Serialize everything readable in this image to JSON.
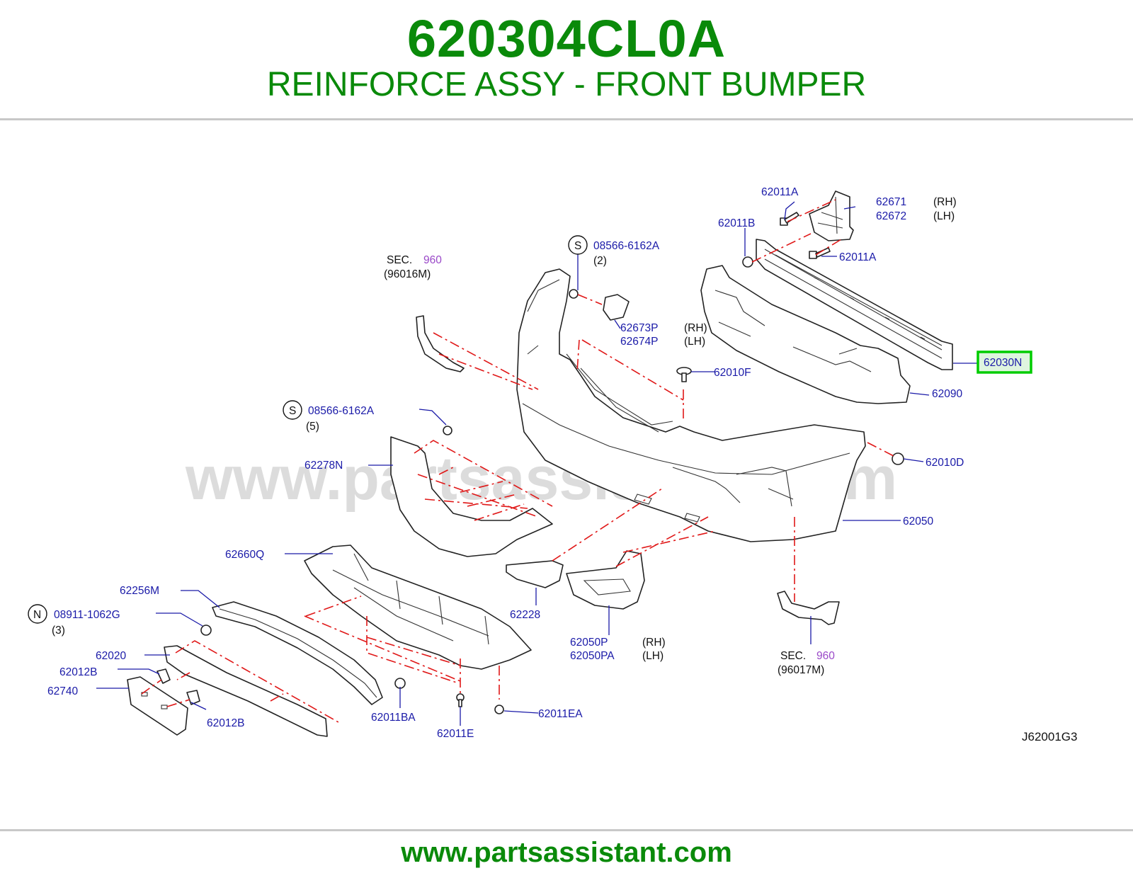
{
  "header": {
    "part_number": "620304CL0A",
    "part_description": "REINFORCE ASSY - FRONT BUMPER"
  },
  "footer": {
    "url": "www.partsassistant.com"
  },
  "watermark": "www.partsassistant.com",
  "colors": {
    "title": "#0a8a0a",
    "label": "#1a1aa8",
    "highlight": "#00cc00",
    "dash_line": "#e01818",
    "section_ref": "#9a48c8"
  },
  "diagram": {
    "code": "J62001G3",
    "callouts": {
      "c62011A_top": "62011A",
      "c62671": "62671",
      "c62672": "62672",
      "rh_1": "(RH)",
      "lh_1": "(LH)",
      "c62011B": "62011B",
      "c62011A_mid": "62011A",
      "c08566_top": "08566-6162A",
      "qty_2": "(2)",
      "sec_label_1": "SEC.",
      "sec_num_1": "960",
      "sec_sub_1": "(96016M)",
      "c62673P": "62673P",
      "c62674P": "62674P",
      "rh_2": "(RH)",
      "lh_2": "(LH)",
      "c62030N": "62030N",
      "c62010F": "62010F",
      "c62090": "62090",
      "c08566_mid": "08566-6162A",
      "qty_5": "(5)",
      "c62278N": "62278N",
      "c62010D": "62010D",
      "c62050": "62050",
      "c62660Q": "62660Q",
      "c62256M": "62256M",
      "c08911": "08911-1062G",
      "qty_3": "(3)",
      "c62020": "62020",
      "c62012B_top": "62012B",
      "c62740": "62740",
      "c62012B_bot": "62012B",
      "c62011BA": "62011BA",
      "c62011E": "62011E",
      "c62011EA": "62011EA",
      "c62228": "62228",
      "c62050P": "62050P",
      "c62050PA": "62050PA",
      "rh_3": "(RH)",
      "lh_3": "(LH)",
      "sec_label_2": "SEC.",
      "sec_num_2": "960",
      "sec_sub_2": "(96017M)"
    },
    "symbols": {
      "s_top": "S",
      "s_mid": "S",
      "n_bot": "N"
    }
  }
}
